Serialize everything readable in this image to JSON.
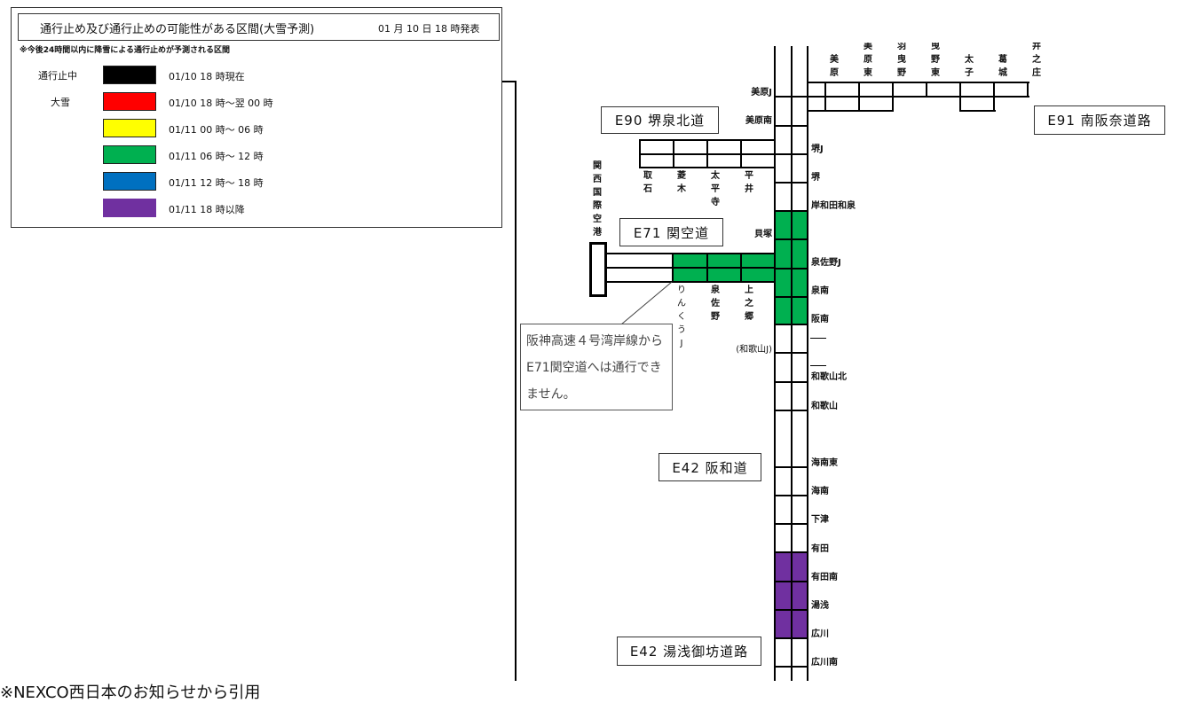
{
  "legend": {
    "title": "通行止め及び通行止めの可能性がある区間(大雪予測)",
    "issued": "01 月 10 日 18 時発表",
    "note": "※今後24時間以内に降雪による通行止めが予測される区間",
    "closed_label": "通行止中",
    "snow_label": "大雪",
    "items": [
      {
        "color": "#000000",
        "text": "01/10 18 時現在"
      },
      {
        "color": "#ff0000",
        "text": "01/10 18 時～翌 00 時"
      },
      {
        "color": "#ffff00",
        "text": "01/11 00 時～ 06 時"
      },
      {
        "color": "#00b050",
        "text": "01/11 06 時～ 12 時"
      },
      {
        "color": "#0070c0",
        "text": "01/11 12 時～ 18 時"
      },
      {
        "color": "#7030a0",
        "text": "01/11 18 時以降"
      }
    ]
  },
  "roads": {
    "e90": "E90  堺泉北道",
    "e91": "E91  南阪奈道路",
    "e71": "E71  関空道",
    "e42a": "E42  阪和道",
    "e42b": "E42  湯浅御坊道路"
  },
  "e91_ics": [
    "美原",
    "美原東",
    "羽曳野",
    "羽曳野東",
    "太子",
    "葛城",
    "竹内峠井之庄"
  ],
  "e90_ics": [
    "取石",
    "菱木",
    "太平寺",
    "平井"
  ],
  "e71_ics": [
    "りんくうJ",
    "泉佐野",
    "上之郷"
  ],
  "airport": "関西国際空港",
  "main_ics": [
    "美原J",
    "美原南",
    "堺J",
    "堺",
    "岸和田和泉",
    "貝塚",
    "泉佐野J",
    "泉南",
    "阪南",
    "(和歌山J)",
    "和歌山北",
    "和歌山",
    "海南東",
    "海南",
    "下津",
    "有田",
    "有田南",
    "湯浅",
    "広川",
    "広川南"
  ],
  "callout": "阪神高速４号湾岸線からE71関空道へは通行できません。",
  "status": {
    "green_section": "01/11 06 時～ 12 時",
    "purple_section": "01/11 18 時以降"
  },
  "footer": "※NEXCO西日本のお知らせから引用"
}
